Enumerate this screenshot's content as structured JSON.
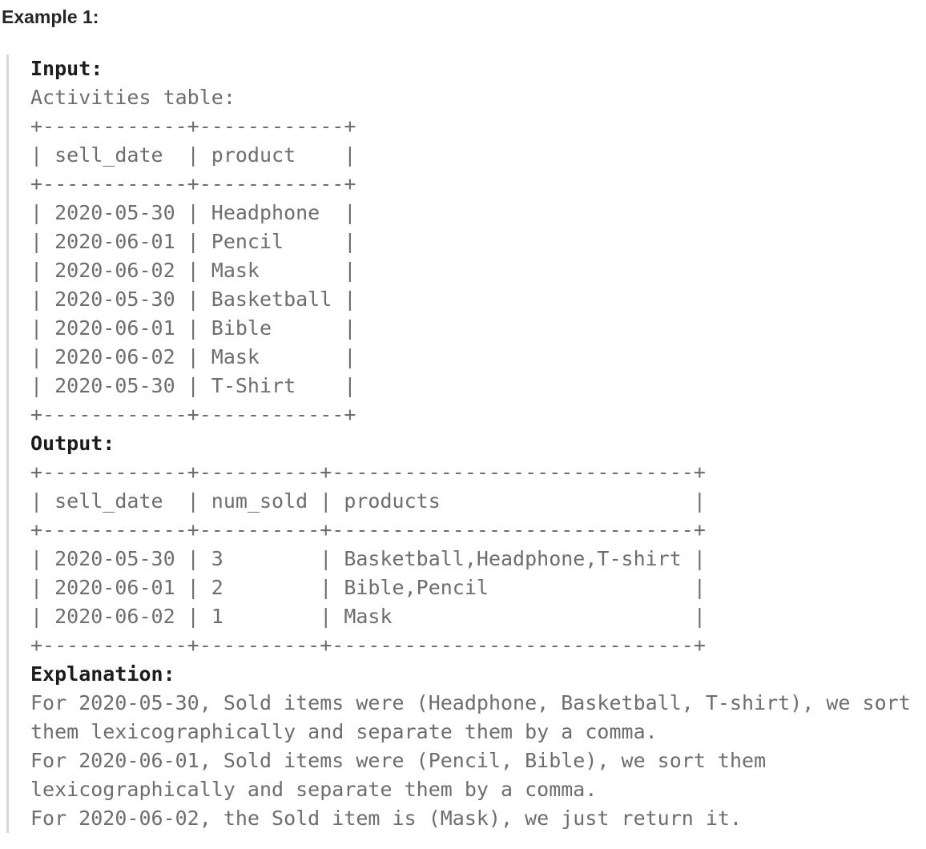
{
  "colors": {
    "title_text": "#262626",
    "label_text": "#1c1c1c",
    "body_text": "#6e6e6e",
    "left_border": "#dadada",
    "background": "#ffffff"
  },
  "example": {
    "title": "Example 1:",
    "input_label": "Input:",
    "input_body": "\nActivities table:\n+------------+------------+\n| sell_date  | product    |\n+------------+------------+\n| 2020-05-30 | Headphone  |\n| 2020-06-01 | Pencil     |\n| 2020-06-02 | Mask       |\n| 2020-05-30 | Basketball |\n| 2020-06-01 | Bible      |\n| 2020-06-02 | Mask       |\n| 2020-05-30 | T-Shirt    |\n+------------+------------+\n",
    "output_label": "Output:",
    "output_body": "\n+------------+----------+------------------------------+\n| sell_date  | num_sold | products                     |\n+------------+----------+------------------------------+\n| 2020-05-30 | 3        | Basketball,Headphone,T-shirt |\n| 2020-06-01 | 2        | Bible,Pencil                 |\n| 2020-06-02 | 1        | Mask                         |\n+------------+----------+------------------------------+\n",
    "explanation_label": "Explanation:",
    "explanation_body": "\nFor 2020-05-30, Sold items were (Headphone, Basketball, T-shirt), we sort\nthem lexicographically and separate them by a comma.\nFor 2020-06-01, Sold items were (Pencil, Bible), we sort them\nlexicographically and separate them by a comma.\nFor 2020-06-02, the Sold item is (Mask), we just return it.",
    "input_table": {
      "name": "Activities",
      "columns": [
        "sell_date",
        "product"
      ],
      "rows": [
        [
          "2020-05-30",
          "Headphone"
        ],
        [
          "2020-06-01",
          "Pencil"
        ],
        [
          "2020-06-02",
          "Mask"
        ],
        [
          "2020-05-30",
          "Basketball"
        ],
        [
          "2020-06-01",
          "Bible"
        ],
        [
          "2020-06-02",
          "Mask"
        ],
        [
          "2020-05-30",
          "T-Shirt"
        ]
      ]
    },
    "output_table": {
      "columns": [
        "sell_date",
        "num_sold",
        "products"
      ],
      "rows": [
        [
          "2020-05-30",
          "3",
          "Basketball,Headphone,T-shirt"
        ],
        [
          "2020-06-01",
          "2",
          "Bible,Pencil"
        ],
        [
          "2020-06-02",
          "1",
          "Mask"
        ]
      ]
    }
  }
}
